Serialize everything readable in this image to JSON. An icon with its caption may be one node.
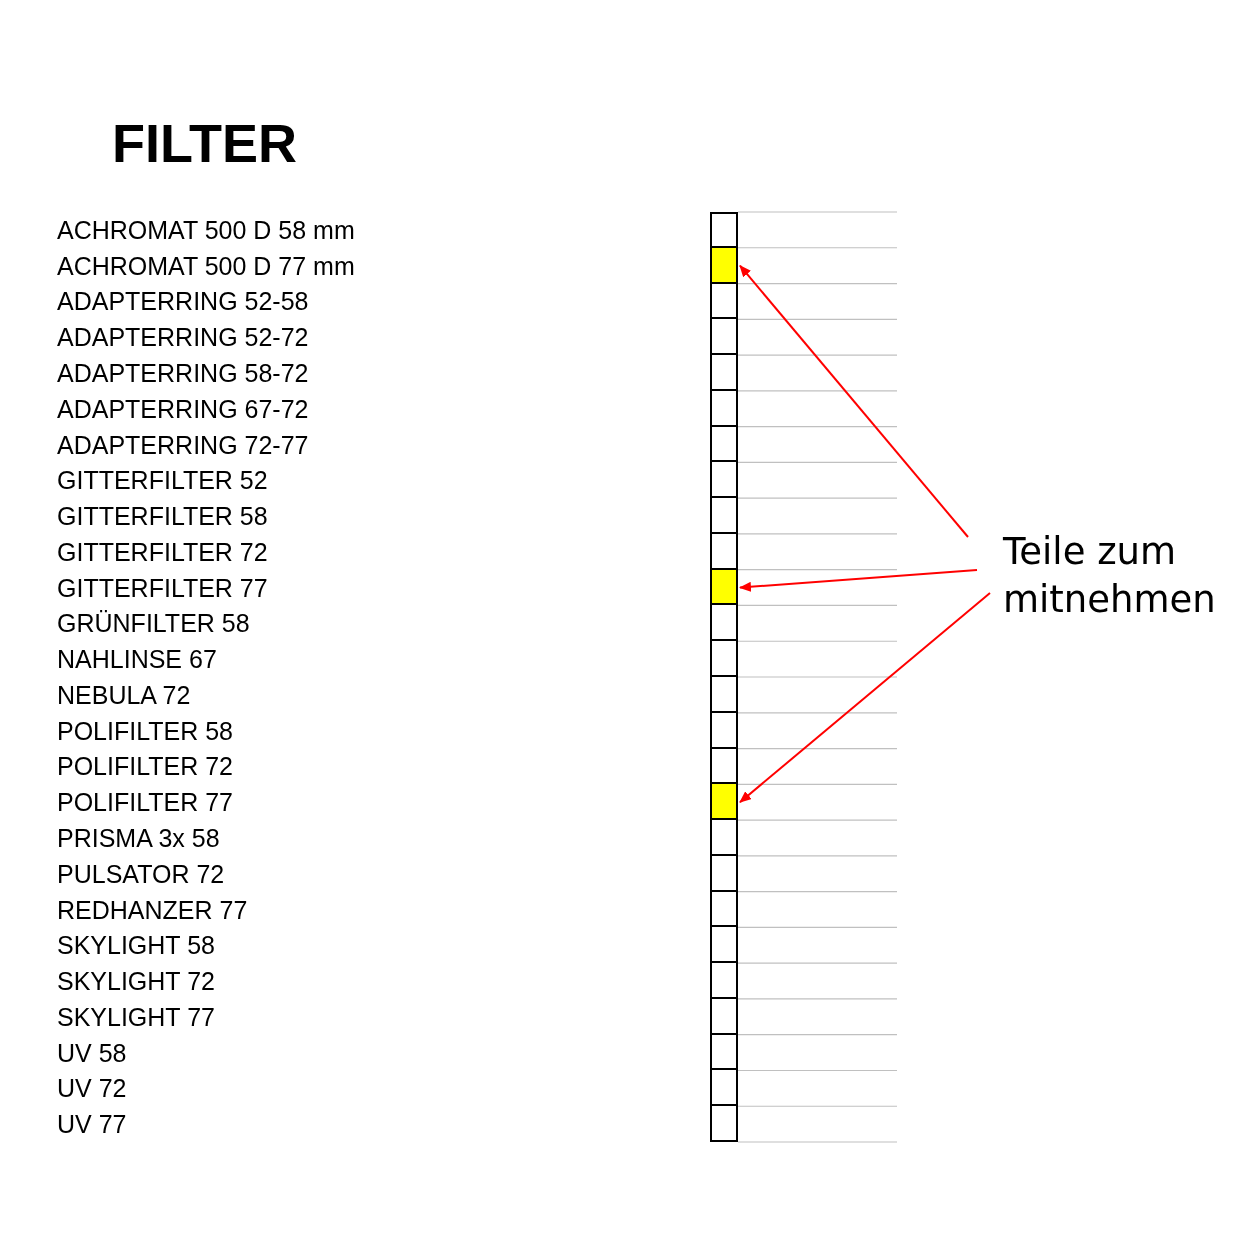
{
  "diagram": {
    "title": "FILTER",
    "nodes": [
      {
        "text": [],
        "shape": "box"
      },
      {
        "text": [],
        "shape": "box"
      },
      {
        "text": [],
        "shape": "box"
      },
      {
        "text": [],
        "shape": "box"
      },
      {
        "text": [],
        "shape": "box"
      },
      {
        "text": [],
        "shape": "box"
      },
      {
        "text": [],
        "shape": "box"
      },
      {
        "text": [],
        "shape": "box"
      },
      {
        "text": [],
        "shape": "box"
      },
      {
        "text": [],
        "shape": "box"
      },
      {
        "text": [],
        "shape": "box"
      },
      {
        "text": [],
        "shape": "box"
      },
      {
        "text": [],
        "shape": "box"
      },
      {
        "text": [],
        "shape": "box"
      },
      {
        "text": [],
        "shape": "box"
      },
      {
        "text": [],
        "shape": "box"
      },
      {
        "text": [],
        "shape": "box"
      },
      {
        "text": [],
        "shape": "box"
      },
      {
        "text": [],
        "shape": "box"
      },
      {
        "text": [],
        "shape": "box"
      },
      {
        "text": [],
        "shape": "box"
      },
      {
        "text": [],
        "shape": "box"
      },
      {
        "text": [],
        "shape": "box"
      },
      {
        "text": [],
        "shape": "box"
      },
      {
        "text": [],
        "shape": "box"
      },
      {
        "text": [],
        "shape": "box"
      },
      {
        "text": [
          "Teile zum mitnehmen"
        ]
      }
    ],
    "edges": [
      {
        "from": 26,
        "to": 1,
        "arrow": "to"
      },
      {
        "from": 26,
        "to": 10,
        "arrow": "to"
      },
      {
        "from": 26,
        "to": 16,
        "arrow": "to"
      }
    ],
    "labels": [
      "ACHROMAT 500 D 58 mm",
      "ACHROMAT 500 D 77 mm",
      "ADAPTERRING 52-58",
      "ADAPTERRING 52-72",
      "ADAPTERRING 58-72",
      "ADAPTERRING 67-72",
      "ADAPTERRING 72-77",
      "GITTERFILTER 52",
      "GITTERFILTER 58",
      "GITTERFILTER 72",
      "GITTERFILTER 77",
      "GRÜNFILTER 58",
      "NAHLINSE 67",
      "NEBULA 72",
      "POLIFILTER 58",
      "POLIFILTER 72",
      "POLIFILTER 77",
      "PRISMA 3x 58",
      "PULSATOR 72",
      "REDHANZER 77",
      "SKYLIGHT 58",
      "SKYLIGHT 72",
      "SKYLIGHT 77",
      "UV 58",
      "UV 72",
      "UV 77"
    ]
  }
}
